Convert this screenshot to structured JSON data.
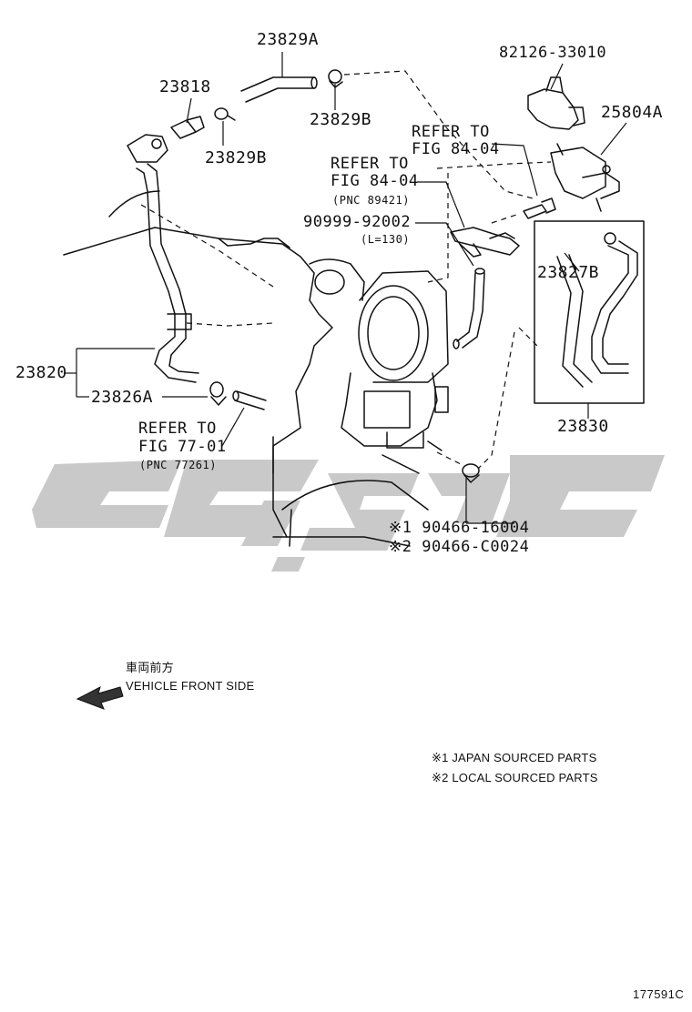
{
  "colors": {
    "watermark": "#c8c8c8",
    "line": "#111111"
  },
  "watermark_icon": "logo-watermark",
  "parts": {
    "p23829A": "23829A",
    "p82126": "82126-33010",
    "p23818": "23818",
    "p25804A": "25804A",
    "p23829B_1": "23829B",
    "p23829B_2": "23829B",
    "p90999": "90999-92002",
    "p90999_len": "(L=130)",
    "p23827B": "23827B",
    "p23820": "23820",
    "p23826A": "23826A",
    "p23830": "23830",
    "p90466_1": "※1 90466-16004",
    "p90466_2": "※2 90466-C0024"
  },
  "refs": {
    "r1_l1": "REFER TO",
    "r1_l2": "FIG 84-04",
    "r2_l1": "REFER TO",
    "r2_l2": "FIG 84-04",
    "r2_pnc": "(PNC 89421)",
    "r3_l1": "REFER TO",
    "r3_l2": "FIG 77-01",
    "r3_pnc": "(PNC 77261)"
  },
  "direction": {
    "jp": "車両前方",
    "en": "VEHICLE FRONT SIDE"
  },
  "notes": {
    "n1": "※1 JAPAN SOURCED PARTS",
    "n2": "※2 LOCAL SOURCED PARTS"
  },
  "figure_code": "177591C"
}
